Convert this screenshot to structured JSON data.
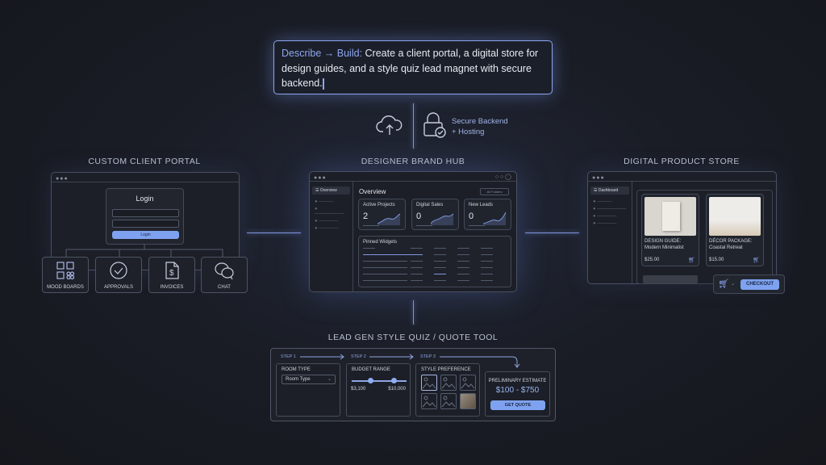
{
  "prompt": {
    "prefix": "Describe → Build:",
    "text": " Create a client portal, a digital store for design guides, and a style quiz lead magnet with secure backend."
  },
  "hosting": {
    "label_line1": "Secure Backend",
    "label_line2": "+ Hosting",
    "icons": [
      "cloud-upload-icon",
      "lock-check-icon"
    ]
  },
  "sections": {
    "portal": "CUSTOM CLIENT PORTAL",
    "hub": "DESIGNER BRAND HUB",
    "store": "DIGITAL PRODUCT STORE",
    "quiz": "LEAD GEN STYLE QUIZ / QUOTE TOOL"
  },
  "portal": {
    "login_title": "Login",
    "login_button": "Login",
    "tiles": [
      {
        "label": "MOOD BOARDS",
        "icon": "grid-icon"
      },
      {
        "label": "APPROVALS",
        "icon": "check-circle-icon"
      },
      {
        "label": "INVOICES",
        "icon": "invoice-icon"
      },
      {
        "label": "CHAT",
        "icon": "chat-icon"
      }
    ]
  },
  "hub": {
    "sidebar_active": "Overview",
    "title": "Overview",
    "filter": "All Folders",
    "cards": [
      {
        "label": "Active Projects",
        "value": "2"
      },
      {
        "label": "Digital Sales",
        "value": "0"
      },
      {
        "label": "New Leads",
        "value": "0"
      }
    ],
    "widgets_title": "Pinned Widgets"
  },
  "store": {
    "sidebar_active": "Dashboard",
    "products": [
      {
        "name_line1": "DESIGN GUIDE:",
        "name_line2": "Modern Minimalist",
        "price": "$25.00"
      },
      {
        "name_line1": "DÉCOR PACKAGE:",
        "name_line2": "Coastal Retreat",
        "price": "$15.00"
      }
    ],
    "checkout": "CHECKOUT"
  },
  "quiz": {
    "steps": [
      "STEP 1",
      "STEP 2",
      "STEP 3"
    ],
    "room_type_label": "ROOM TYPE",
    "room_type_value": "Room Type",
    "budget_label": "BUDGET RANGE",
    "budget_min": "$3,100",
    "budget_max": "$10,000",
    "style_label": "STYLE PREFERENCE",
    "estimate_label": "PRELIMINARY ESTIMATE",
    "estimate_value": "$100 - $750",
    "get_quote": "GET QUOTE"
  },
  "colors": {
    "accent": "#7ea2ef",
    "background": "#1a1d26",
    "panel": "#1c1f27"
  }
}
